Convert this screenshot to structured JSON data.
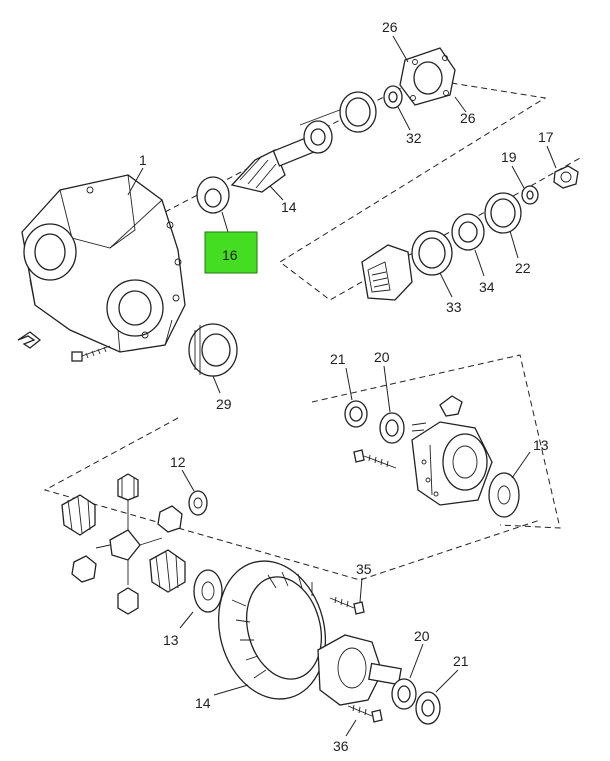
{
  "highlight_color": "#44dd22",
  "callouts": {
    "c26a": "26",
    "c26b": "26",
    "c32": "32",
    "c17": "17",
    "c19": "19",
    "c1": "1",
    "c14a": "14",
    "c16": "16",
    "c22": "22",
    "c34": "34",
    "c33": "33",
    "c29": "29",
    "c21a": "21",
    "c20a": "20",
    "c13a": "13",
    "c12": "12",
    "c35": "35",
    "c13b": "13",
    "c20b": "20",
    "c21b": "21",
    "c14b": "14",
    "c36": "36"
  }
}
